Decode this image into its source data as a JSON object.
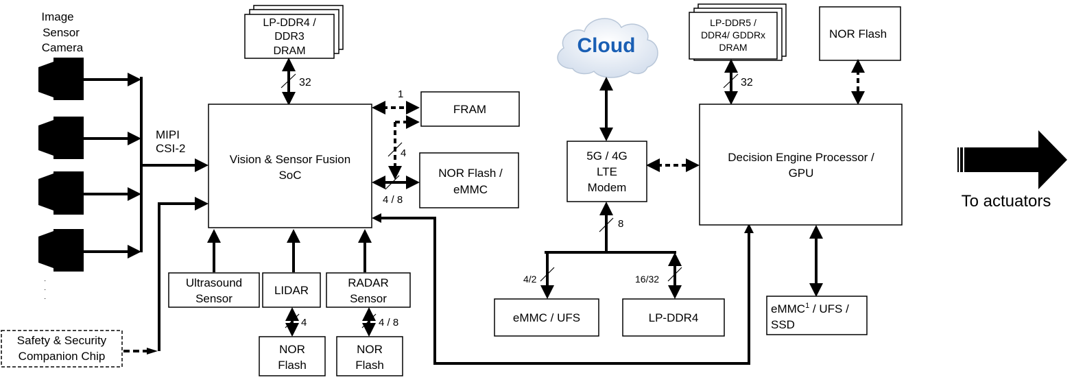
{
  "camera": {
    "title_line1": "Image",
    "title_line2": "Sensor",
    "title_line3": "Camera",
    "ellipsis": "·"
  },
  "mipi": {
    "line1": "MIPI",
    "line2": "CSI-2"
  },
  "safety_chip": {
    "line1": "Safety & Security",
    "line2": "Companion Chip"
  },
  "dram_left": {
    "line1": "LP-DDR4 /",
    "line2": "DDR3",
    "line3": "DRAM",
    "bus_width": "32"
  },
  "soc": {
    "line1": "Vision & Sensor Fusion",
    "line2": "SoC"
  },
  "fram": {
    "label": "FRAM",
    "bus_width": "1"
  },
  "nor_emmc": {
    "line1": "NOR Flash /",
    "line2": "eMMC",
    "bus_width_a": "4",
    "bus_width_b": "4 / 8"
  },
  "ultrasound": {
    "line1": "Ultrasound",
    "line2": "Sensor"
  },
  "lidar": {
    "label": "LIDAR",
    "bus_width": "4"
  },
  "radar": {
    "line1": "RADAR",
    "line2": "Sensor",
    "bus_width": "4 / 8"
  },
  "nor_lidar": {
    "line1": "NOR",
    "line2": "Flash"
  },
  "nor_radar": {
    "line1": "NOR",
    "line2": "Flash"
  },
  "cloud": {
    "label": "Cloud"
  },
  "modem": {
    "line1": "5G / 4G",
    "line2": "LTE",
    "line3": "Modem",
    "bus_width": "8"
  },
  "emmc_ufs": {
    "label": "eMMC / UFS",
    "bus_width": "4/2"
  },
  "lpddr4": {
    "label": "LP-DDR4",
    "bus_width": "16/32"
  },
  "dram_right": {
    "line1": "LP-DDR5 /",
    "line2": "DDR4/ GDDRx",
    "line3": "DRAM",
    "bus_width": "32"
  },
  "nor_right": {
    "label": "NOR Flash"
  },
  "gpu": {
    "line1": "Decision Engine Processor /",
    "line2": "GPU"
  },
  "storage_right": {
    "line1_main": "eMMC",
    "line1_sup": "1",
    "line1_rest": " / UFS /",
    "line2": "SSD"
  },
  "actuators": {
    "label": "To actuators"
  },
  "colors": {
    "line": "#000000",
    "cloud_text": "#1a5fb4",
    "cloud_fill": "#eef3fa"
  }
}
